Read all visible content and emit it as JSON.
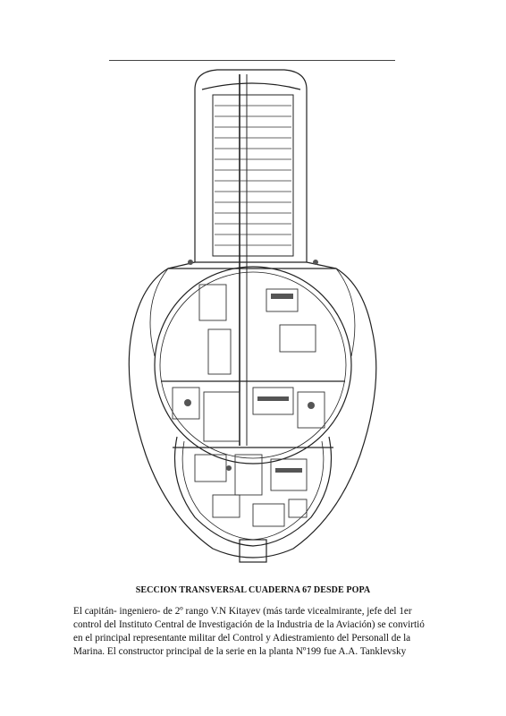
{
  "figure": {
    "icon": "submarine-cross-section-drawing"
  },
  "caption": "SECCION TRANSVERSAL CUADERNA 67 DESDE POPA",
  "paragraph_lines": [
    "El capitán- ingeniero- de 2º rango  V.N Kitayev (más tarde vicealmirante, jefe del 1er",
    "control del Instituto Central de Investigación de la Industria de la Aviación) se convirtió",
    "en el principal representante militar del Control y Adiestramiento del Personall de la",
    "Marina. El constructor principal de la serie en la planta Nº199 fue A.A. Tanklevsky"
  ]
}
